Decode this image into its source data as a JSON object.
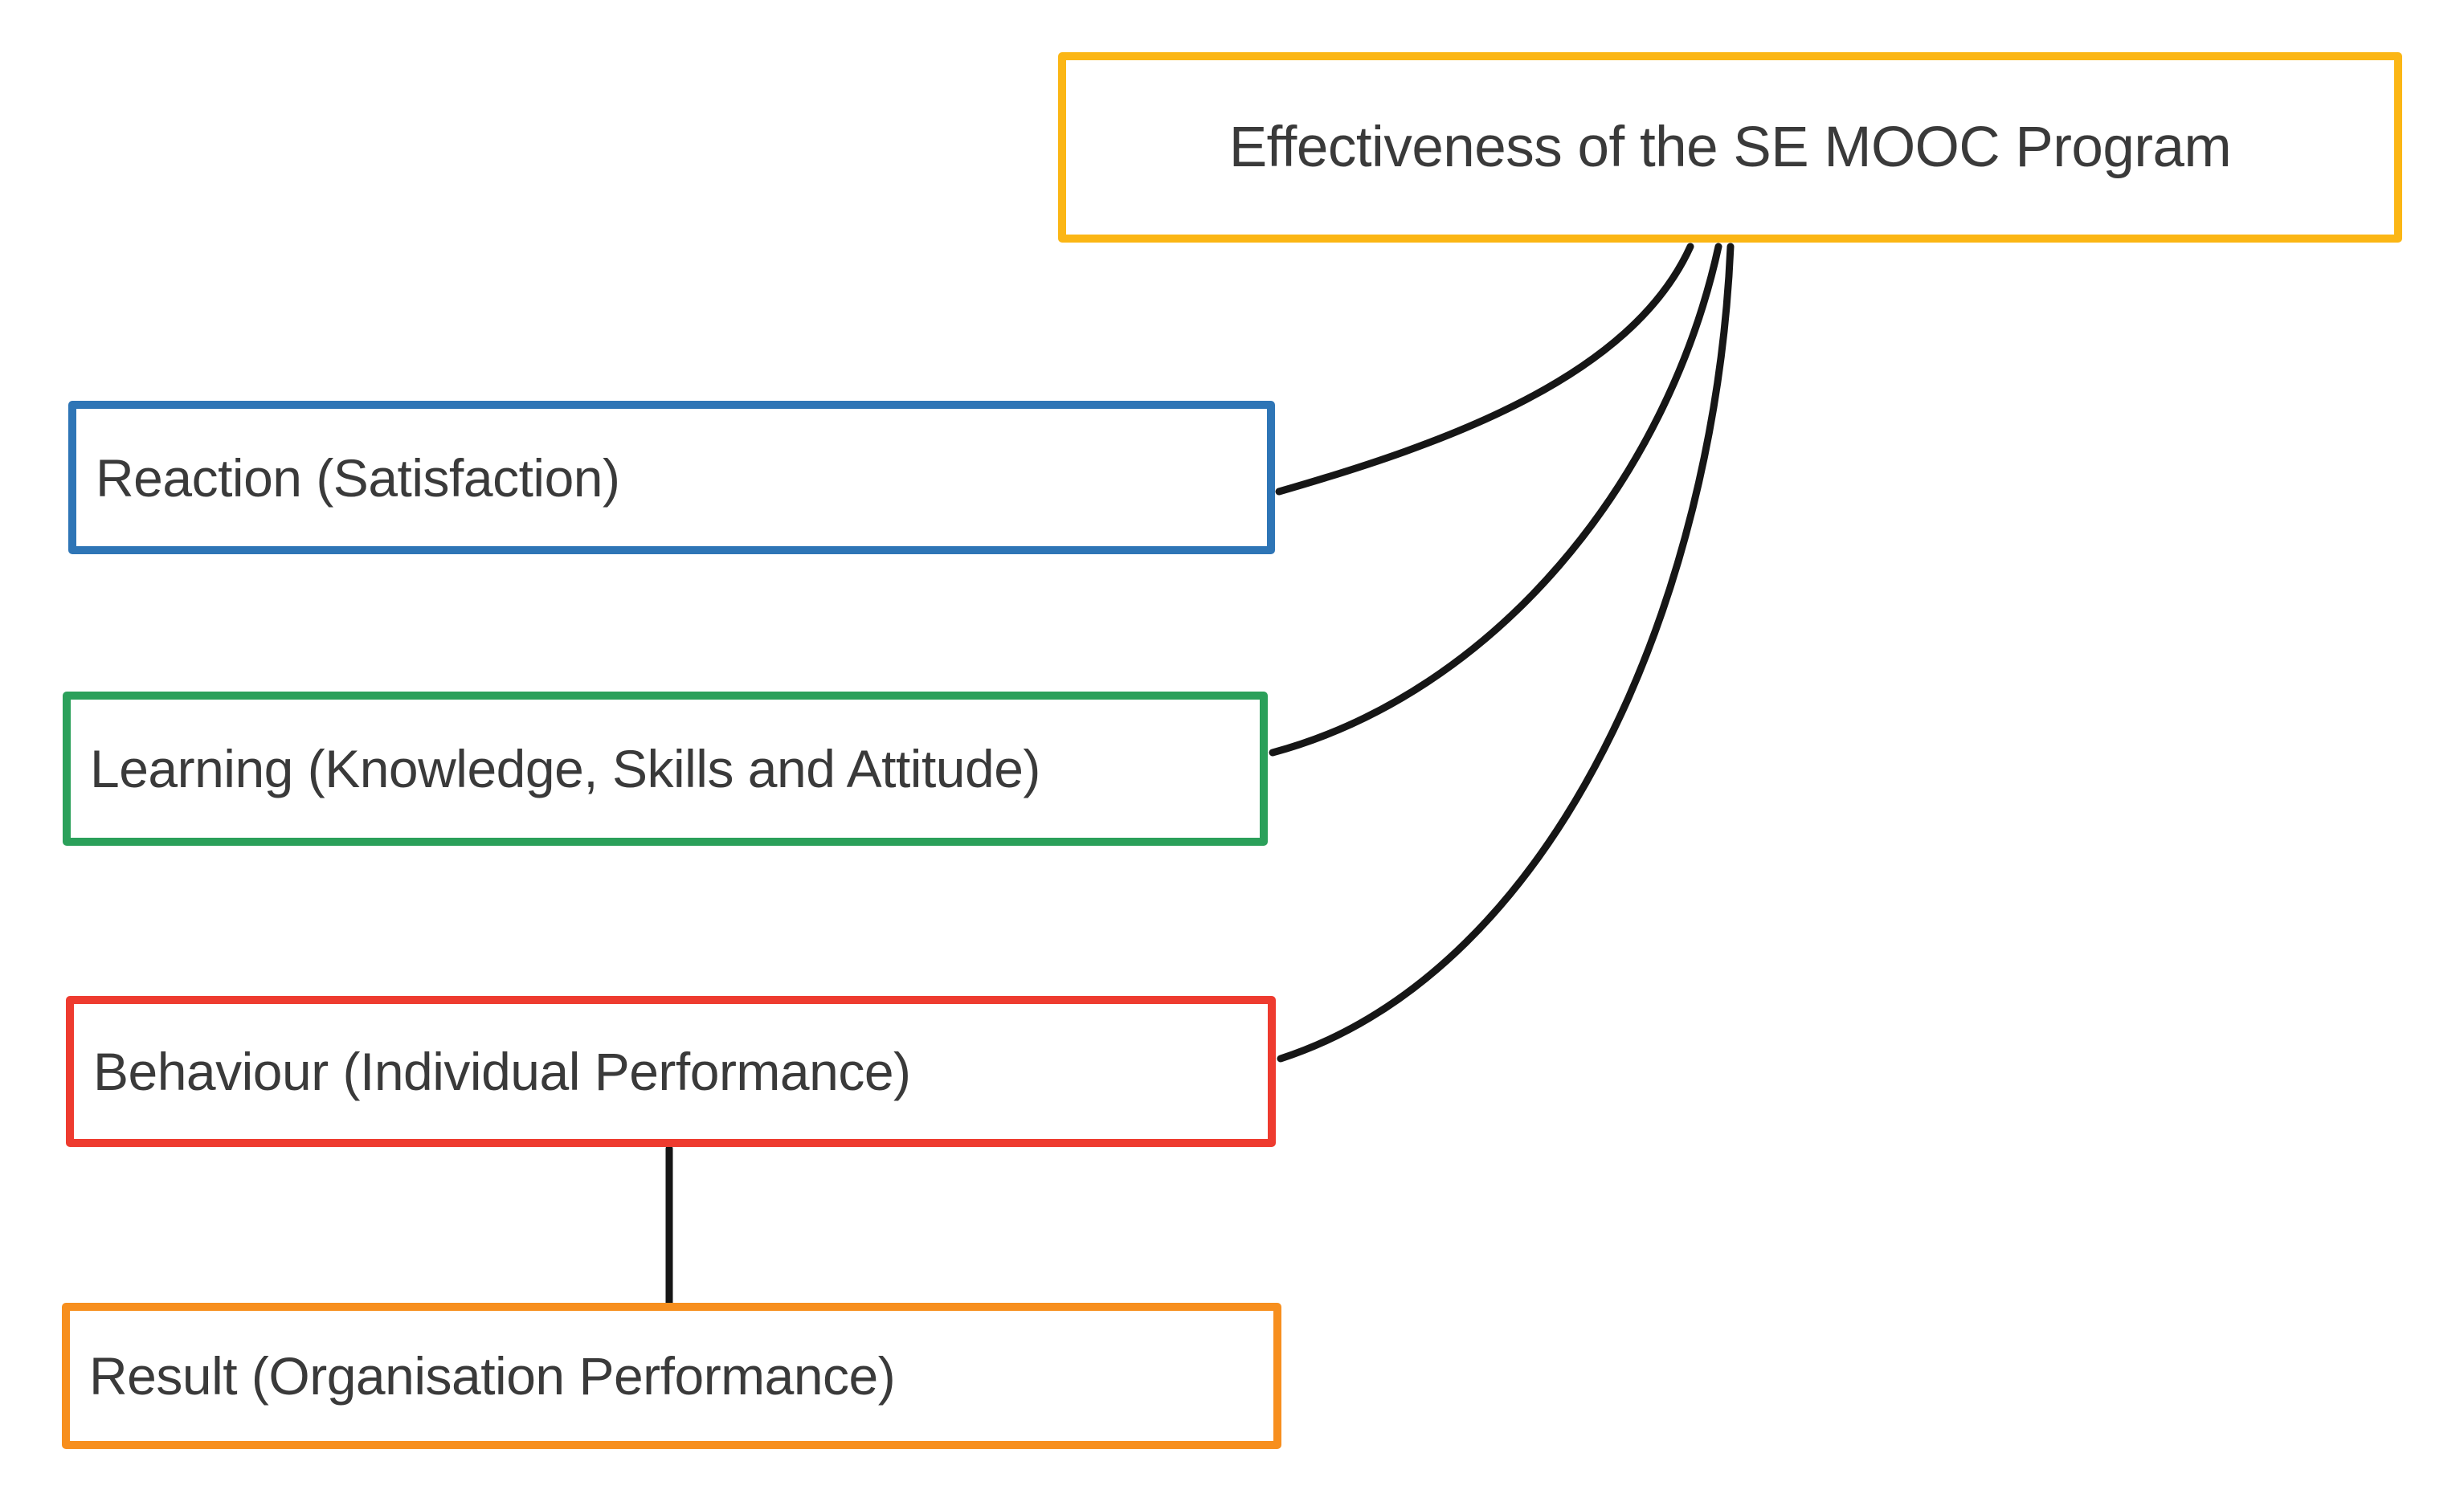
{
  "diagram": {
    "description": "Kirkpatrick-style evaluation model diagram for a MOOC program",
    "title_box": {
      "label": "Effectiveness of the SE MOOC Program",
      "border_color": "#FBB615"
    },
    "level_boxes": [
      {
        "id": "reaction",
        "label": "Reaction (Satisfaction)",
        "border_color": "#2E75B6"
      },
      {
        "id": "learning",
        "label": "Learning (Knowledge, Skills and Attitude)",
        "border_color": "#2BA05A"
      },
      {
        "id": "behaviour",
        "label": "Behaviour (Individual Performance)",
        "border_color": "#EE3B2F"
      },
      {
        "id": "result",
        "label": "Result (Organisation Performance)",
        "border_color": "#F78F1E"
      }
    ],
    "connections": [
      {
        "from": "reaction",
        "to": "title_box",
        "style": "curved"
      },
      {
        "from": "learning",
        "to": "title_box",
        "style": "curved"
      },
      {
        "from": "behaviour",
        "to": "title_box",
        "style": "curved"
      },
      {
        "from": "behaviour",
        "to": "result",
        "style": "straight"
      }
    ],
    "connector_color": "#161616",
    "text_color": "#3a3a3a",
    "background_color": "#ffffff"
  }
}
